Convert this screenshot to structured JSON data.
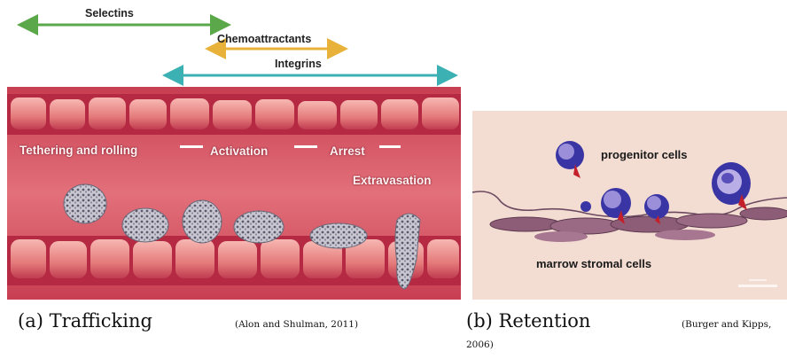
{
  "left_figure": {
    "arrows": {
      "selectins": "Selectins",
      "chemoattractants": "Chemoattractants",
      "integrins": "Integrins"
    },
    "stages": {
      "tethering": "Tethering and rolling",
      "activation": "Activation",
      "arrest": "Arrest",
      "extravasation": "Extravasation"
    },
    "colors": {
      "selectins_arrow": "#5aa84a",
      "chemo_arrow": "#e8b23a",
      "integrins_arrow": "#3cb1b4",
      "vessel": "#d9505e",
      "endothelium": "#c72f47"
    }
  },
  "right_figure": {
    "progenitor_label": "progenitor cells",
    "stromal_label": "marrow stromal cells",
    "colors": {
      "background": "#f3dcd2",
      "progenitor": "#3a35a4",
      "stromal": "#8d5c76"
    }
  },
  "captions": {
    "a_main": "(a) Trafficking",
    "a_cite": "(Alon and Shulman, 2011)",
    "b_main": "(b) Retention",
    "b_cite_1": "(Burger and Kipps,",
    "b_cite_2": "2006)"
  }
}
